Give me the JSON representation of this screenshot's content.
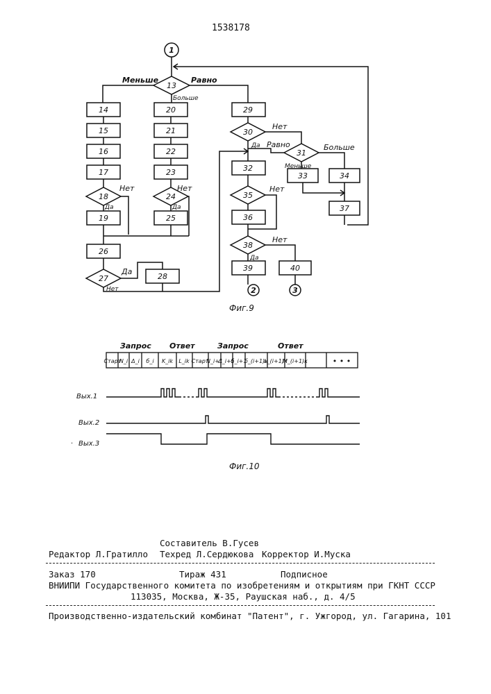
{
  "header": {
    "patent_number": "1538178"
  },
  "fig9": {
    "caption": "Фиг.9",
    "connectors": [
      "1",
      "2",
      "3"
    ],
    "blocks": [
      "14",
      "15",
      "16",
      "17",
      "19",
      "20",
      "21",
      "22",
      "23",
      "25",
      "26",
      "28",
      "29",
      "32",
      "36",
      "33",
      "34",
      "37",
      "39",
      "40"
    ],
    "decisions": [
      "13",
      "18",
      "24",
      "27",
      "30",
      "31",
      "35",
      "38"
    ],
    "labels": {
      "less": "Меньше",
      "equal": "Равно",
      "more": "Больше",
      "yes": "Да",
      "no": "Нет"
    }
  },
  "fig10": {
    "caption": "Фиг.10",
    "phases": [
      "Запрос",
      "Ответ",
      "Запрос",
      "Ответ"
    ],
    "cells": [
      "Старт",
      "N_i",
      "Δ_i",
      "б_i",
      "K_ik",
      "L_ik",
      "Старт",
      "N_i+1",
      "Δ_i+1",
      "б_i+1",
      "б_(i+1)к",
      "L_(i+1)к",
      "M_(i+1)к",
      "",
      "• • •"
    ],
    "outputs": [
      "Вых.1",
      "Вых.2",
      "Вых.3"
    ]
  },
  "footer": {
    "editor": "Редактор Л.Гратилло",
    "compiler": "Составитель В.Гусев",
    "techred": "Техред Л.Сердюкова",
    "corrector": "Корректор И.Муска",
    "order": "Заказ 170",
    "circulation": "Тираж 431",
    "subscription": "Подписное",
    "org_line": "ВНИИПИ Государственного комитета по изобретениям и открытиям при ГКНТ СССР",
    "address": "113035, Москва, Ж-35, Раушская наб., д. 4/5",
    "publisher": "Производственно-издательский комбинат \"Патент\", г. Ужгород, ул. Гагарина, 101"
  }
}
